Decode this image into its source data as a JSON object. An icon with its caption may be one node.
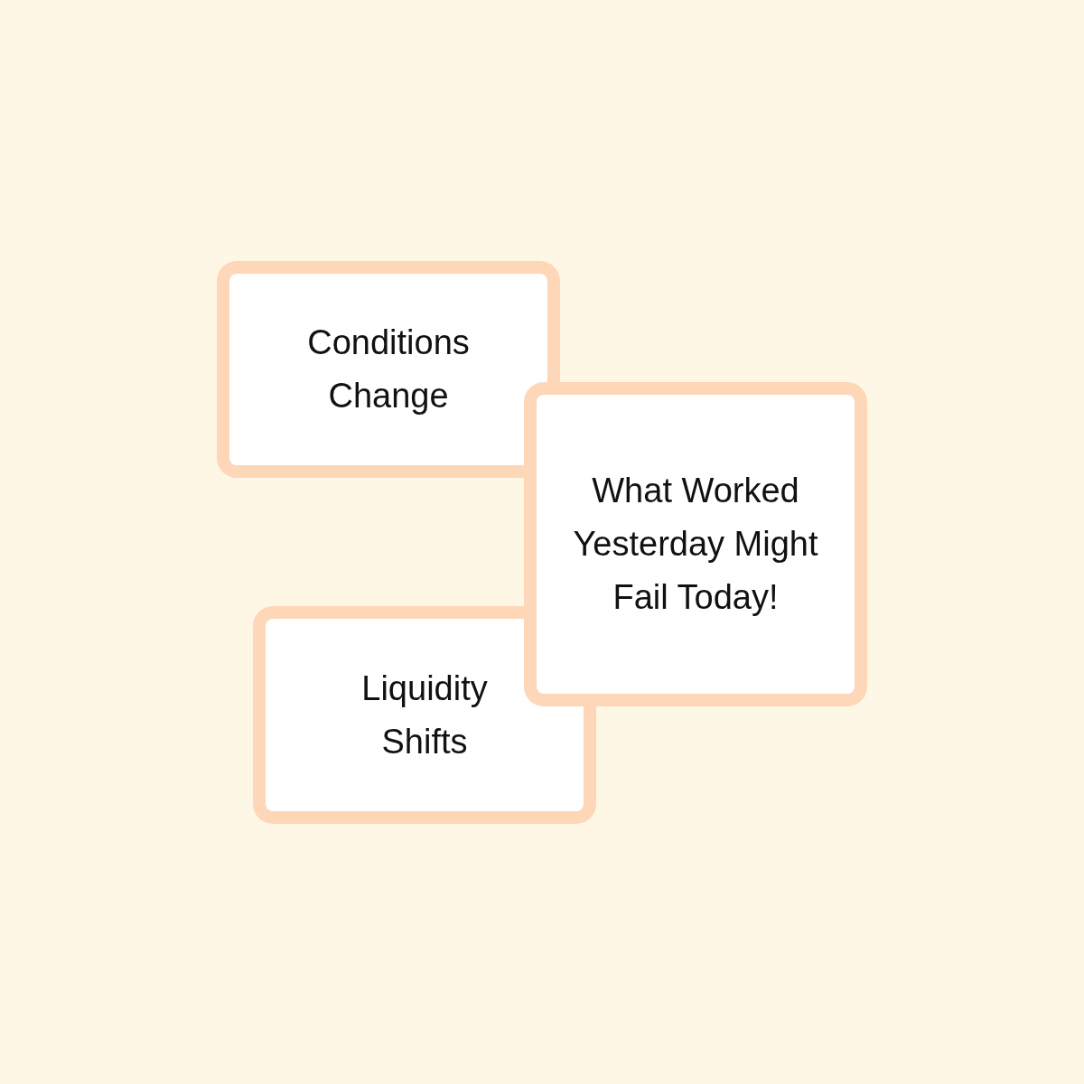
{
  "diagram": {
    "nodes": [
      {
        "text": [
          "Conditions Change"
        ]
      },
      {
        "text": [
          "What Worked Yesterday Might Fail Today!"
        ]
      },
      {
        "text": [
          "Liquidity Shifts"
        ]
      }
    ]
  }
}
